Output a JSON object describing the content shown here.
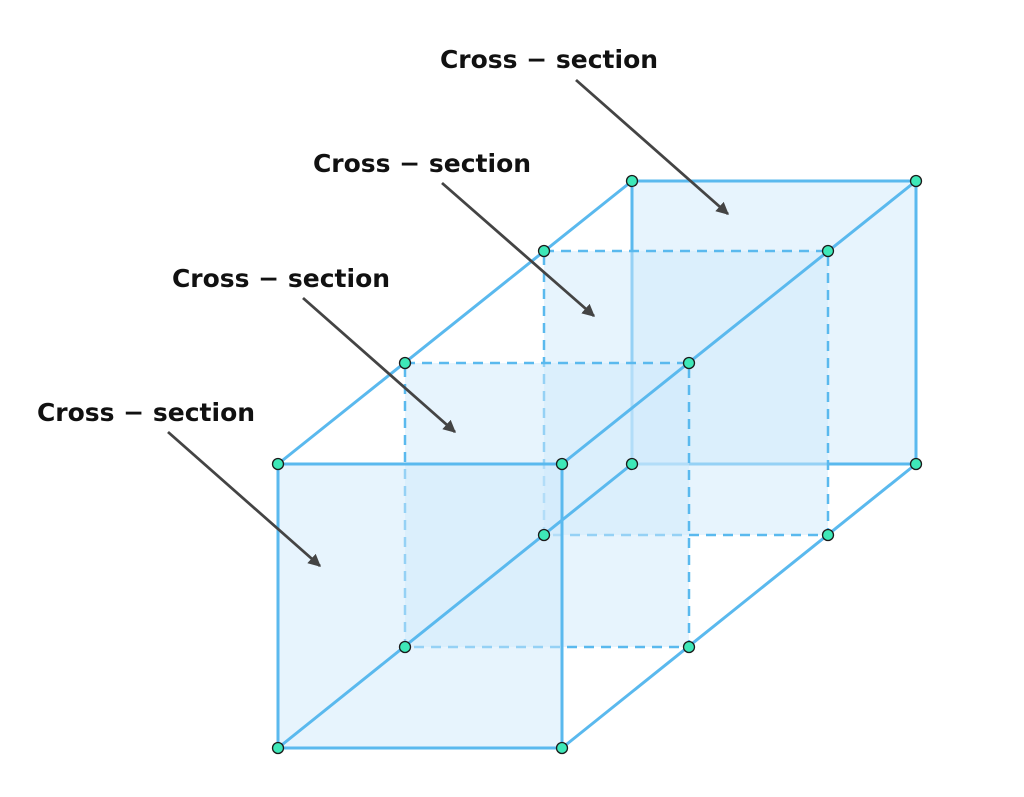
{
  "diagram": {
    "labels": [
      "Cross − section",
      "Cross − section",
      "Cross − section",
      "Cross − section"
    ]
  },
  "colors": {
    "edge": "#5ab9ee",
    "face_fill": "#cfe9fb",
    "vertex_fill": "#3ee8b8",
    "vertex_stroke": "#1a1a1a",
    "arrow": "#444444",
    "label_text": "#111111"
  }
}
